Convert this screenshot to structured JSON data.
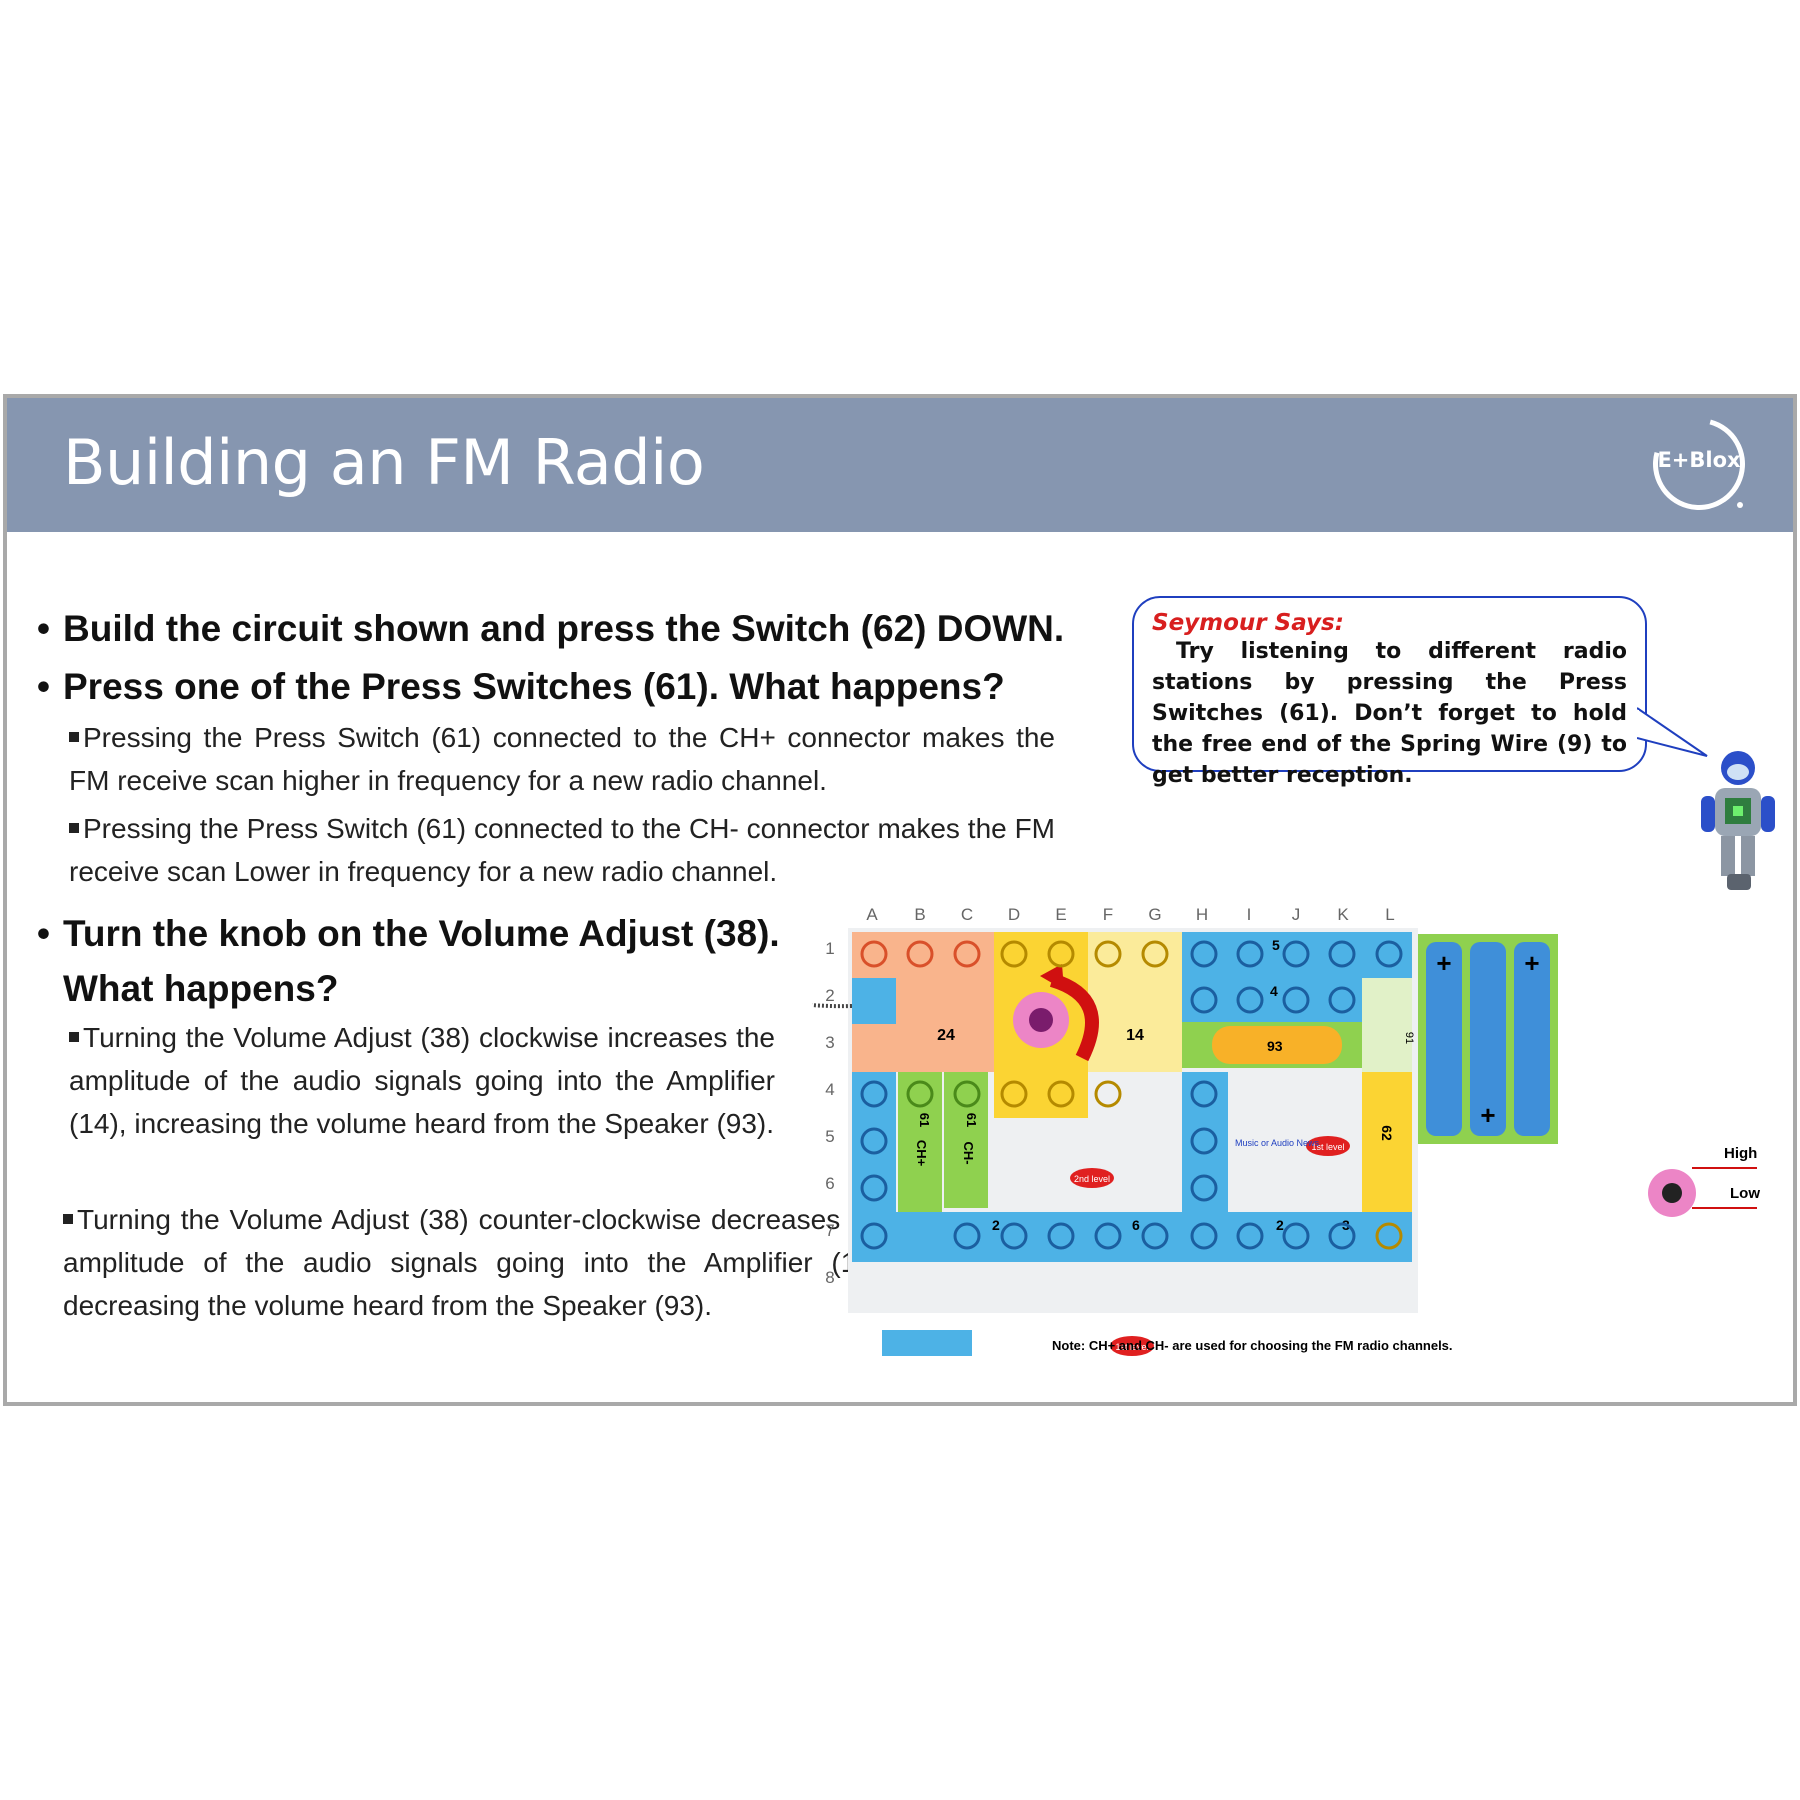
{
  "slide": {
    "title": "Building an FM Radio",
    "logo_text": "E+Blox"
  },
  "bullets": [
    {
      "text": "Build the circuit shown and press the Switch (62) DOWN."
    },
    {
      "text": "Press one of the Press Switches (61). What happens?"
    },
    {
      "line1": "Turn the knob on the Volume Adjust (38).",
      "line2": "What happens?"
    }
  ],
  "subpoints": [
    "Pressing the Press Switch (61) connected to the CH+ connector makes the FM receive scan higher in frequency for a new radio channel.",
    "Pressing the Press Switch (61) connected to the CH- connector makes the FM receive scan Lower in frequency for a new radio channel.",
    "Turning the Volume Adjust (38) clockwise increases the amplitude of the audio signals going into the Amplifier (14), increasing the volume heard from the Speaker (93).",
    "Turning the Volume Adjust (38) counter-clockwise decreases the amplitude of the audio signals going into the Amplifier (14), decreasing the volume heard from the Speaker (93)."
  ],
  "callout": {
    "speaker": "Seymour Says:",
    "text": "Try listening to different radio stations by pressing the Press Switches (61).  Don’t forget to hold the free end of the Spring Wire (9) to get better reception."
  },
  "circuit": {
    "columns": [
      "A",
      "B",
      "C",
      "D",
      "E",
      "F",
      "G",
      "H",
      "I",
      "J",
      "K",
      "L"
    ],
    "rows": [
      "1",
      "2",
      "3",
      "4",
      "5",
      "6",
      "7",
      "8"
    ],
    "labels": {
      "amp": "24",
      "amp2": "14",
      "speaker": "93",
      "wire5": "5",
      "wire4": "4",
      "wire6": "6",
      "wire2a": "2",
      "wire2b": "2",
      "wire3": "3",
      "sw61a": "61",
      "sw61b": "61",
      "chplus": "CH+",
      "chminus": "CH-",
      "sw62": "62",
      "batt": "91",
      "level1": "1st level",
      "level2": "2nd level",
      "level1b": "1st level",
      "music": "Music or Audio News",
      "high": "High",
      "low": "Low",
      "note": "Note: CH+ and CH- are used for choosing the FM radio channels."
    },
    "colors": {
      "orange": "#f9b48c",
      "yellow": "#fbd433",
      "lightyellow": "#fbeb9a",
      "blue": "#4db2e6",
      "green": "#8fd14f",
      "purple": "#9b3d94",
      "red": "#e02020"
    }
  }
}
